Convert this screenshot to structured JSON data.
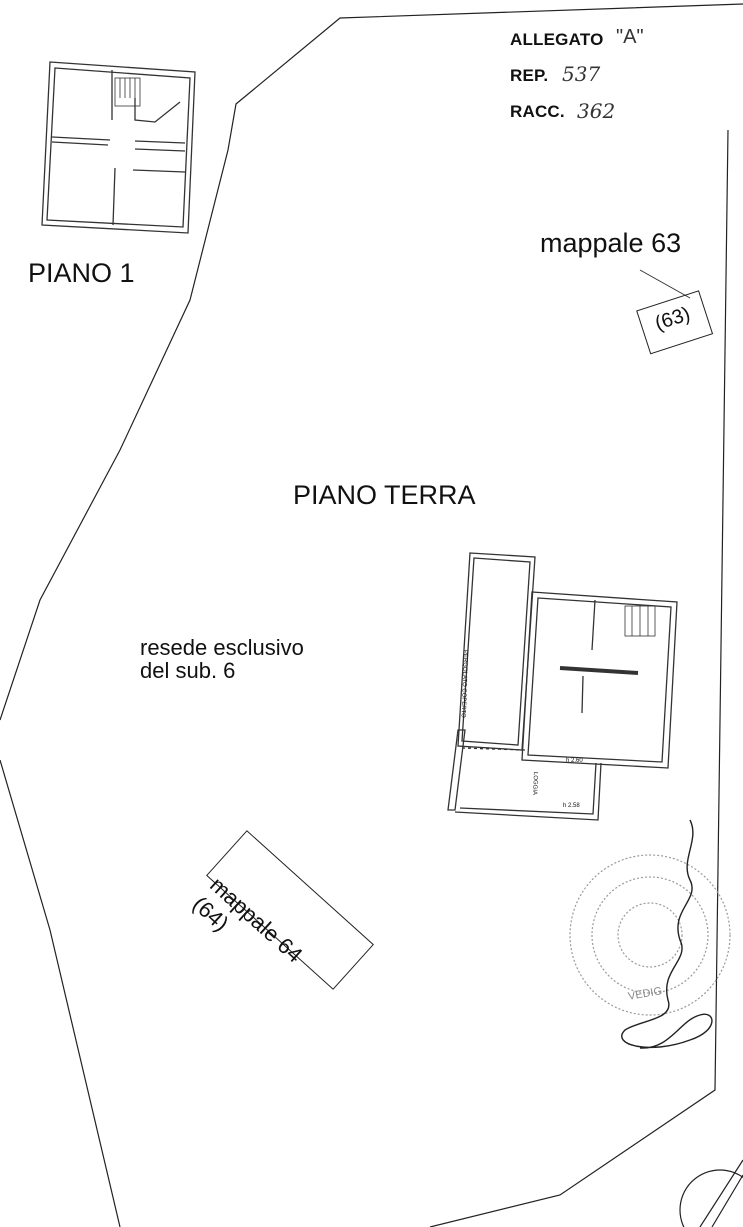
{
  "header": {
    "allegato_label": "ALLEGATO",
    "allegato_value": "\"A\"",
    "rep_label": "REP.",
    "rep_value": "537",
    "racc_label": "RACC.",
    "racc_value": "362"
  },
  "labels": {
    "piano_1": "PIANO 1",
    "piano_terra": "PIANO TERRA",
    "mappale_63": "mappale 63",
    "mappale_63_box": "(63)",
    "mappale_64": "mappale 64",
    "mappale_64_box": "(64)",
    "resede_line1": "resede esclusivo",
    "resede_line2": "del sub. 6"
  },
  "plan_labels": {
    "pergolato": "PERGOLATO COPERTO",
    "loggia": "LOGGIA",
    "h_260": "h 2.60",
    "h_258": "h 2.58"
  },
  "stamp": {
    "text": "VEDIG"
  },
  "colors": {
    "ink": "#111111",
    "stamp": "#9a9a9a"
  }
}
